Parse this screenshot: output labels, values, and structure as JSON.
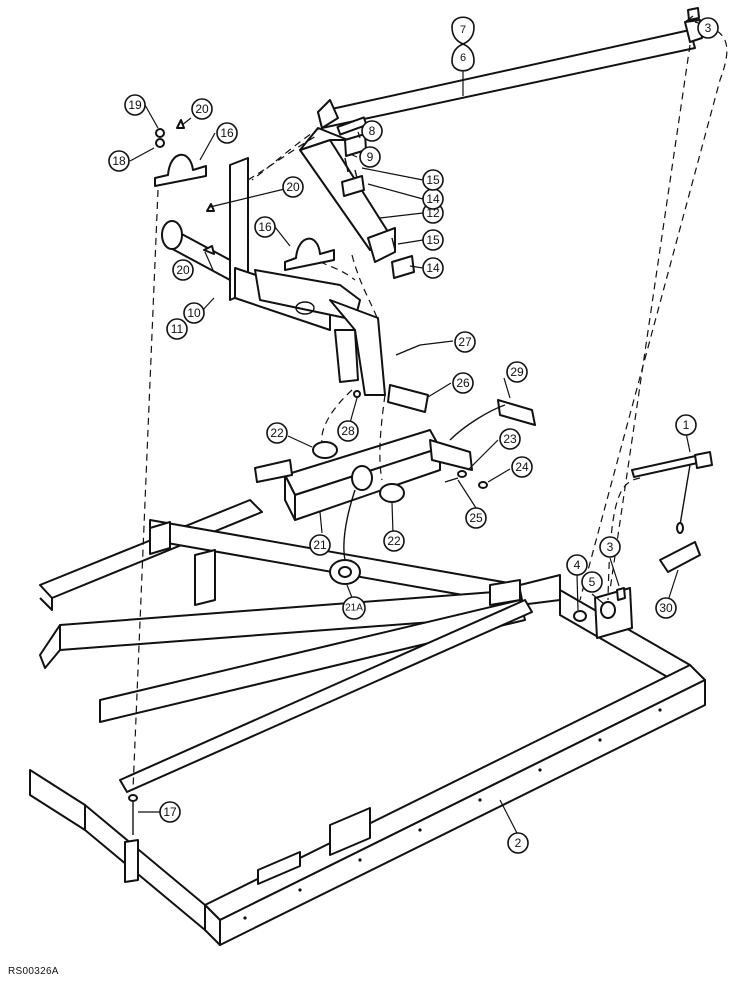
{
  "figure_code": "RS00326A",
  "callouts": [
    {
      "id": "c1",
      "label": "1"
    },
    {
      "id": "c2",
      "label": "2"
    },
    {
      "id": "c3a",
      "label": "3"
    },
    {
      "id": "c3b",
      "label": "3"
    },
    {
      "id": "c4",
      "label": "4"
    },
    {
      "id": "c5",
      "label": "5"
    },
    {
      "id": "c67",
      "label": "7 / 6"
    },
    {
      "id": "c8",
      "label": "8"
    },
    {
      "id": "c9",
      "label": "9"
    },
    {
      "id": "c10",
      "label": "10"
    },
    {
      "id": "c11",
      "label": "11"
    },
    {
      "id": "c12",
      "label": "12"
    },
    {
      "id": "c14a",
      "label": "14"
    },
    {
      "id": "c14b",
      "label": "14"
    },
    {
      "id": "c15a",
      "label": "15"
    },
    {
      "id": "c15b",
      "label": "15"
    },
    {
      "id": "c16a",
      "label": "16"
    },
    {
      "id": "c16b",
      "label": "16"
    },
    {
      "id": "c17",
      "label": "17"
    },
    {
      "id": "c18",
      "label": "18"
    },
    {
      "id": "c19",
      "label": "19"
    },
    {
      "id": "c20a",
      "label": "20"
    },
    {
      "id": "c20b",
      "label": "20"
    },
    {
      "id": "c20c",
      "label": "20"
    },
    {
      "id": "c21",
      "label": "21"
    },
    {
      "id": "c21a",
      "label": "21A"
    },
    {
      "id": "c22a",
      "label": "22"
    },
    {
      "id": "c22b",
      "label": "22"
    },
    {
      "id": "c23",
      "label": "23"
    },
    {
      "id": "c24",
      "label": "24"
    },
    {
      "id": "c25",
      "label": "25"
    },
    {
      "id": "c26",
      "label": "26"
    },
    {
      "id": "c27",
      "label": "27"
    },
    {
      "id": "c28",
      "label": "28"
    },
    {
      "id": "c29",
      "label": "29"
    },
    {
      "id": "c30",
      "label": "30"
    }
  ]
}
